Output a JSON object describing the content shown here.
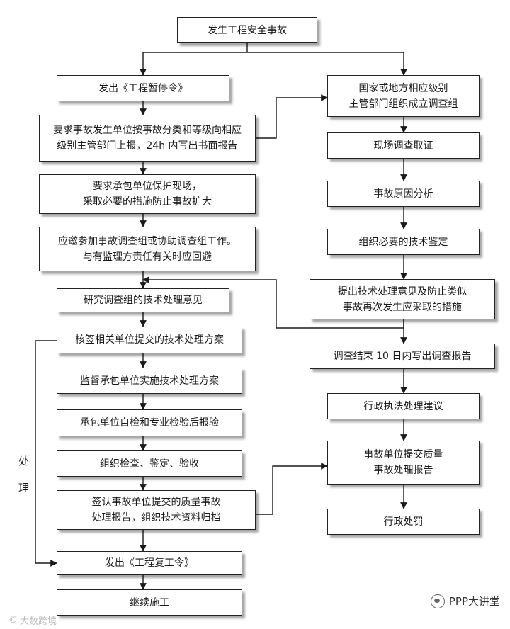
{
  "nodes": {
    "start": [
      "发生工程安全事故"
    ],
    "stop_order": [
      "发出《工程暂停令》"
    ],
    "report": [
      "要求事故发生单位按事故分类和等级向相应",
      "级别主管部门上报，24h 内写出书面报告"
    ],
    "protect_site": [
      "要求承包单位保护现场，",
      "采取必要的措施防止事故扩大"
    ],
    "join_investigation": [
      "应邀参加事故调查组或协助调查组工作。",
      "与有监理方责任有关时应回避"
    ],
    "study_opinion": [
      "研究调查组的技术处理意见"
    ],
    "sign_plan": [
      "核签相关单位提交的技术处理方案"
    ],
    "supervise": [
      "监督承包单位实施技术处理方案"
    ],
    "self_check": [
      "承包单位自检和专业检验后报验"
    ],
    "inspect": [
      "组织检查、鉴定、验收"
    ],
    "confirm_report": [
      "签认事故单位提交的质量事故",
      "处理报告，组织技术资料归档"
    ],
    "resume_order": [
      "发出《工程复工令》"
    ],
    "continue": [
      "继续施工"
    ],
    "form_group": [
      "国家或地方相应级别",
      "主管部门组织成立调查组"
    ],
    "site_evidence": [
      "现场调查取证"
    ],
    "cause_analysis": [
      "事故原因分析"
    ],
    "tech_appraisal": [
      "组织必要的技术鉴定"
    ],
    "propose_measures": [
      "提出技术处理意见及防止类似",
      "事故再次发生应采取的措施"
    ],
    "investigation_report": [
      "调查结束 10 日内写出调查报告"
    ],
    "admin_advice": [
      "行政执法处理建议"
    ],
    "submit_quality": [
      "事故单位提交质量",
      "事故处理报告"
    ],
    "penalty": [
      "行政处罚"
    ]
  },
  "side_label": [
    "处",
    "理"
  ],
  "watermark_left": "大数跨境",
  "watermark_right": "PPP大讲堂",
  "colors": {
    "line": "#1a1a1a",
    "border": "#222222"
  }
}
